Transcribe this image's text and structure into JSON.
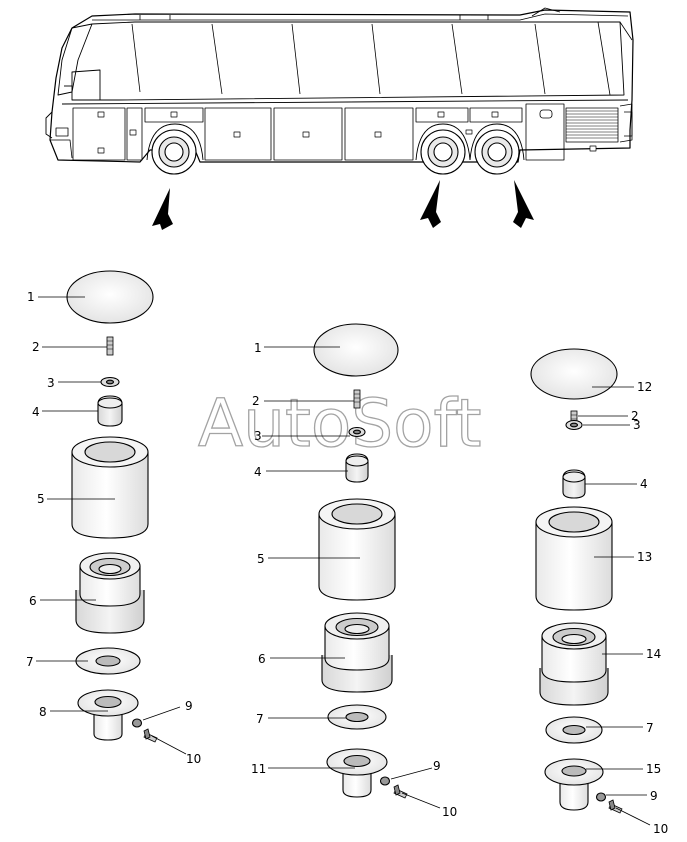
{
  "watermark": "AutoSoft",
  "callouts": {
    "left": [
      "1",
      "2",
      "3",
      "4",
      "5",
      "6",
      "7",
      "8",
      "9",
      "10"
    ],
    "middle": [
      "1",
      "2",
      "3",
      "4",
      "5",
      "6",
      "7",
      "11",
      "9",
      "10"
    ],
    "right": [
      "12",
      "2",
      "3",
      "4",
      "13",
      "14",
      "7",
      "15",
      "9",
      "10"
    ]
  }
}
